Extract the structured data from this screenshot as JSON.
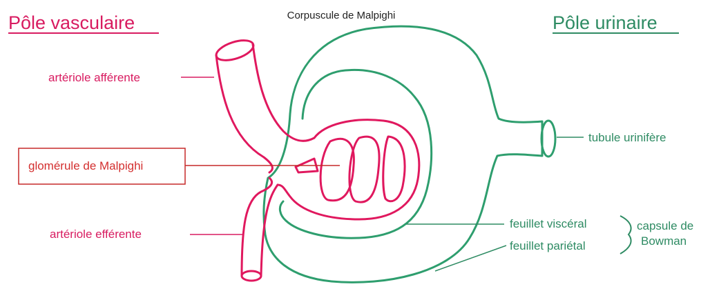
{
  "title": "Corpuscule de Malpighi",
  "poles": {
    "vasculaire": "Pôle vasculaire",
    "urinaire": "Pôle urinaire"
  },
  "labels": {
    "arteriole_afferente": "artériole afférente",
    "glomerule": "glomérule de Malpighi",
    "arteriole_efferente": "artériole efférente",
    "tubule": "tubule urinifère",
    "feuillet_visceral": "feuillet viscéral",
    "feuillet_parietal": "feuillet pariétal",
    "capsule_line1": "capsule de",
    "capsule_line2": "Bowman"
  },
  "colors": {
    "vascular": "#e0185e",
    "urinary": "#2e9e6e",
    "label_vascular": "#d81b60",
    "label_urinary": "#2e8b63",
    "glomerule_box": "#c62828",
    "glomerule_label": "#d32f2f",
    "title": "#222222"
  }
}
